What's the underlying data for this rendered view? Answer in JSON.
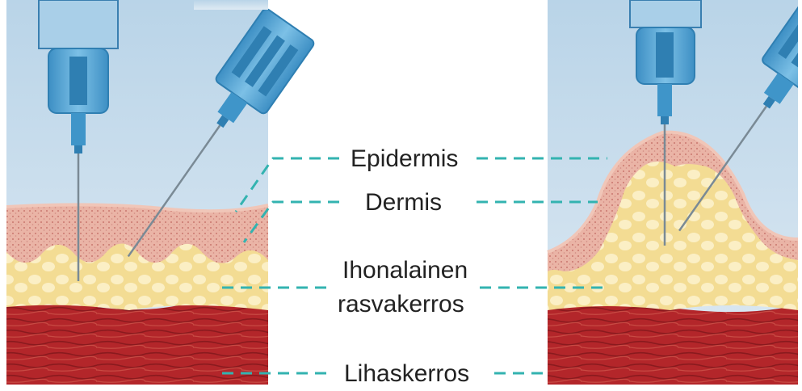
{
  "labels": {
    "epidermis": "Epidermis",
    "dermis": "Dermis",
    "subcutaneous_line1": "Ihonalainen",
    "subcutaneous_line2": "rasvakerros",
    "muscle": "Lihaskerros"
  },
  "colors": {
    "sky": "#c7dcec",
    "epidermis": "#e9b6a8",
    "dermis_dots": "#c9786f",
    "fat": "#f6e3a2",
    "fat_bubble": "#fbf0c8",
    "muscle": "#b3262a",
    "muscle_dark": "#8a1a1e",
    "dash": "#33b3b0",
    "syringe": "#5aa9d6",
    "syringe_dark": "#2f7fb2"
  }
}
